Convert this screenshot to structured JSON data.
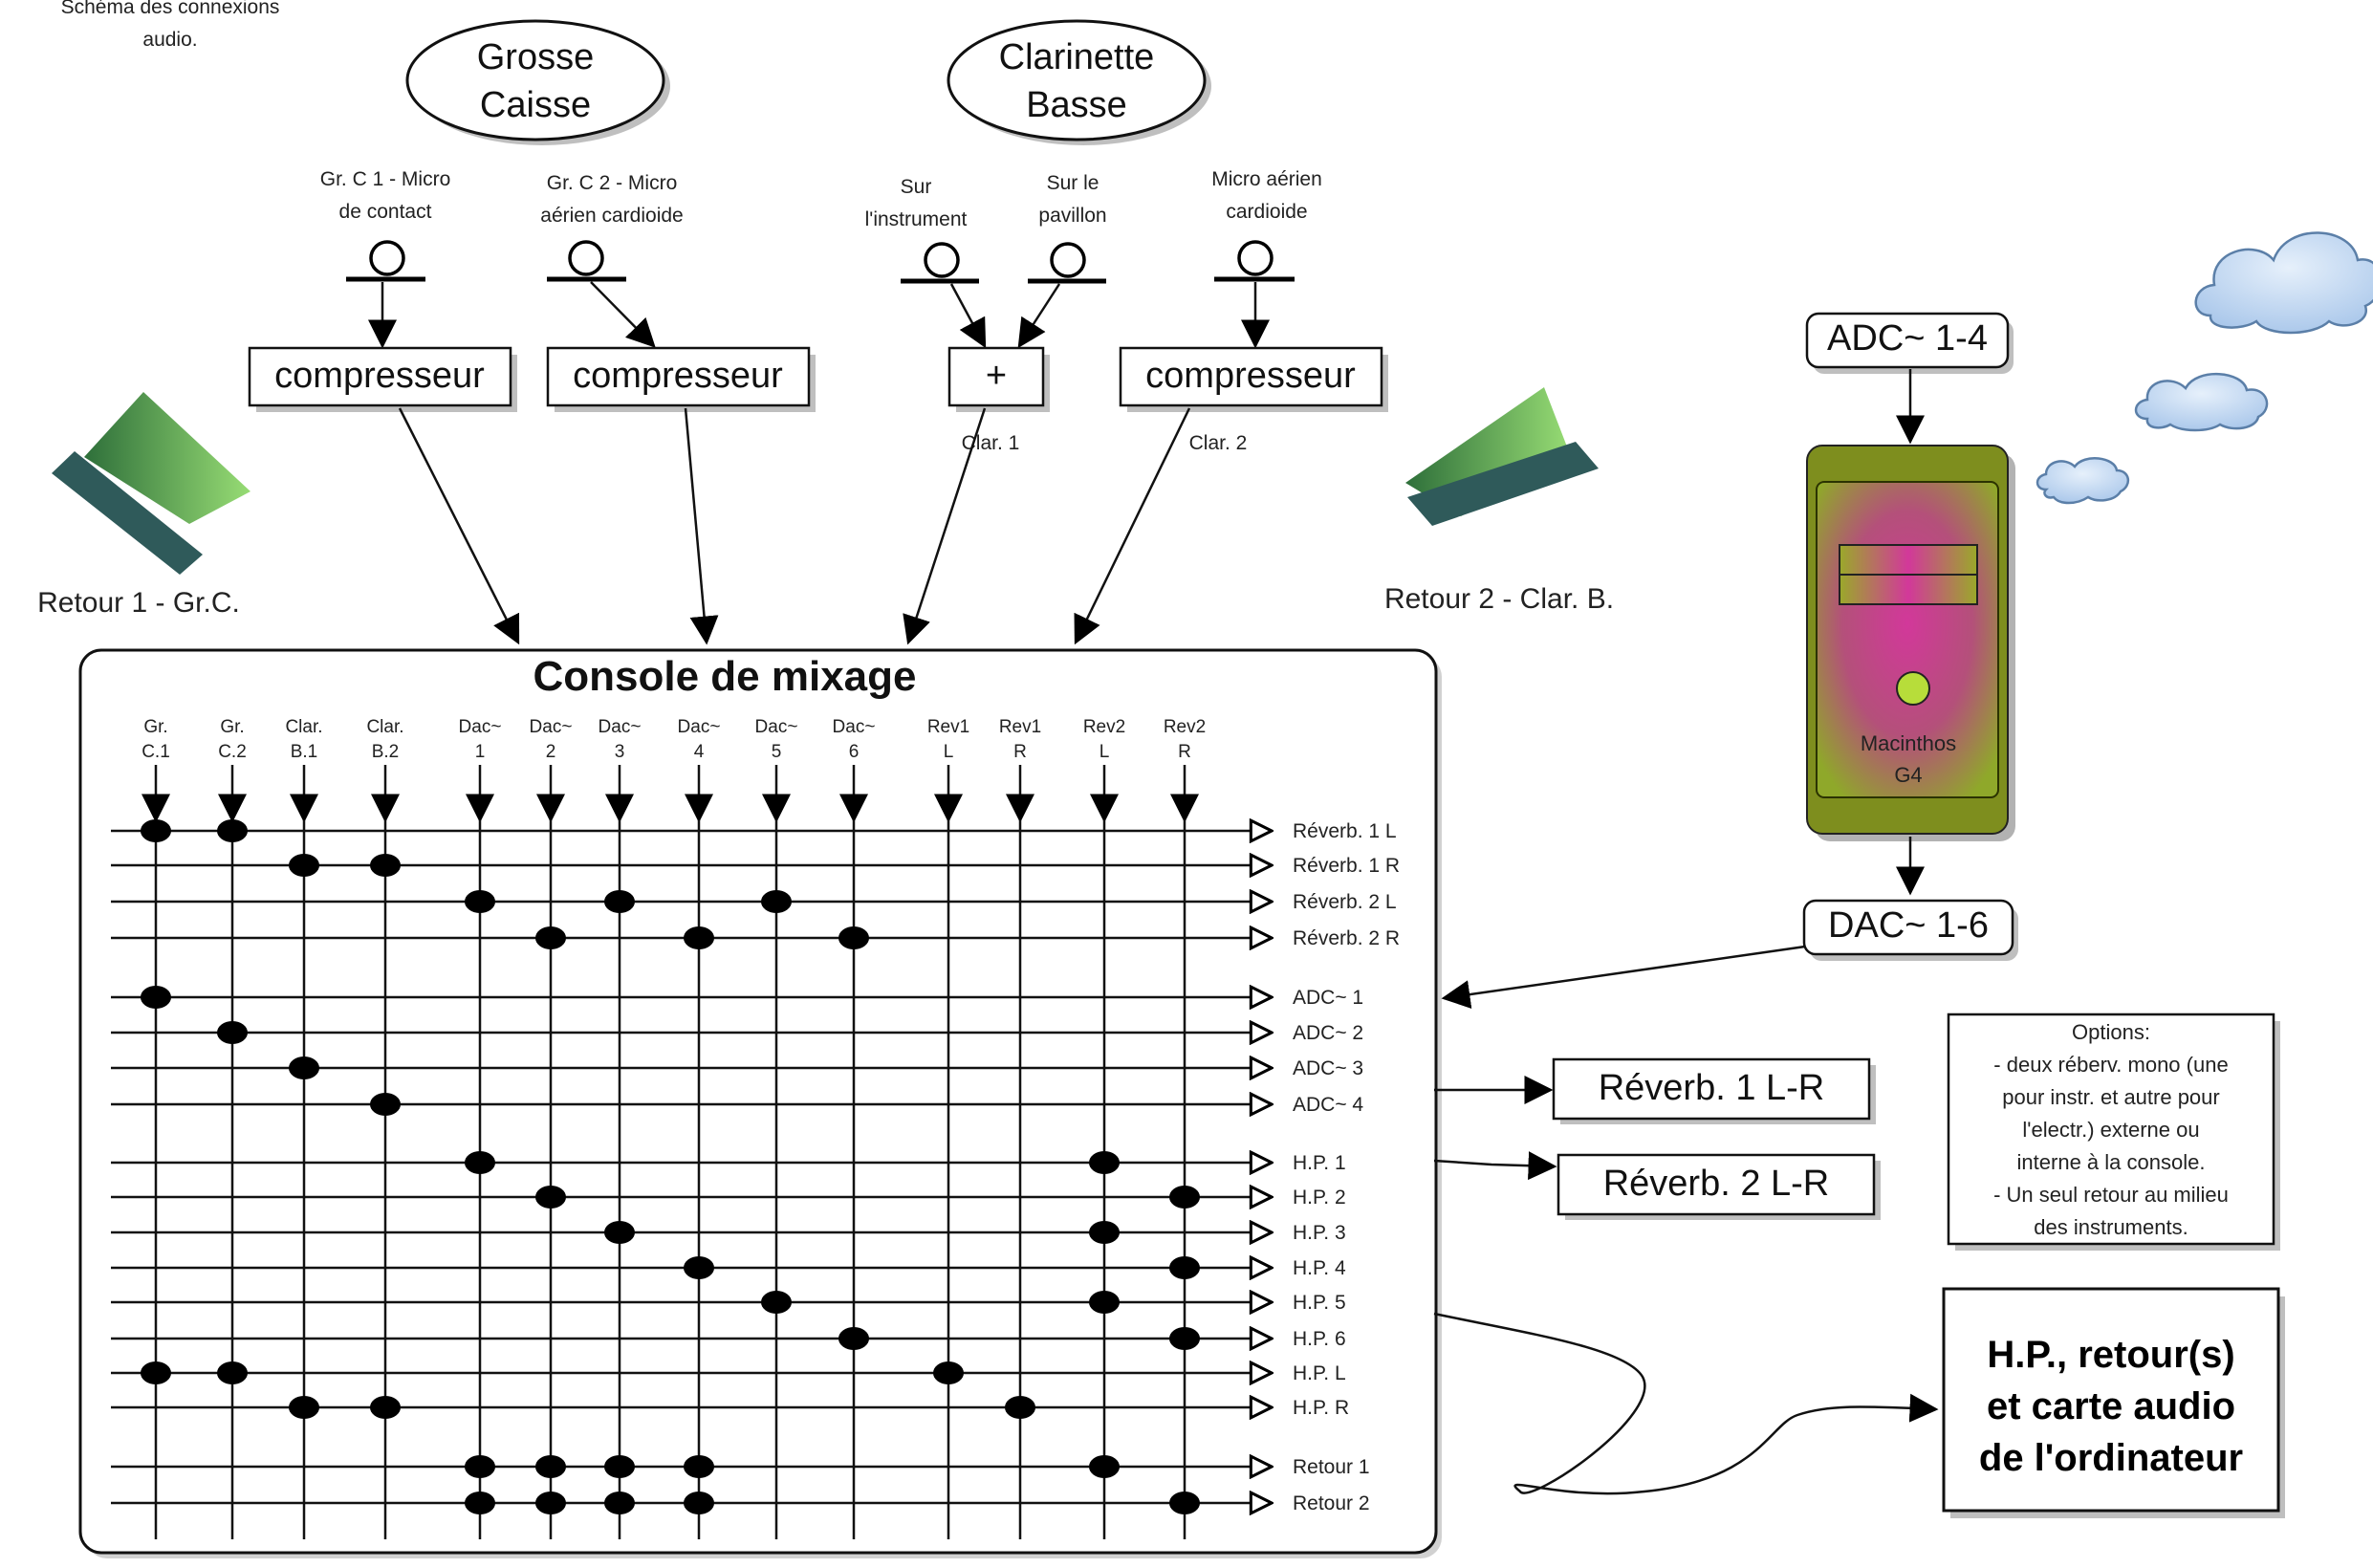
{
  "caption": [
    "Schéma des connexions",
    "audio."
  ],
  "instruments": [
    {
      "lines": [
        "Grosse",
        "Caisse"
      ]
    },
    {
      "lines": [
        "Clarinette",
        "Basse"
      ]
    }
  ],
  "mics": [
    {
      "lines": [
        "Gr. C 1 - Micro",
        "de contact"
      ]
    },
    {
      "lines": [
        "Gr. C 2 - Micro",
        "aérien cardioide"
      ]
    },
    {
      "lines": [
        "Sur",
        "l'instrument"
      ]
    },
    {
      "lines": [
        "Sur le",
        "pavillon"
      ]
    },
    {
      "lines": [
        "Micro aérien",
        "cardioide"
      ]
    }
  ],
  "processors": [
    {
      "label": "compresseur"
    },
    {
      "label": "compresseur"
    },
    {
      "label": "+"
    },
    {
      "label": "compresseur"
    }
  ],
  "clar_labels": [
    "Clar. 1",
    "Clar. 2"
  ],
  "monitors": [
    {
      "label": "Retour 1 - Gr.C."
    },
    {
      "label": "Retour 2 - Clar. B."
    }
  ],
  "console": {
    "title": "Console de mixage",
    "columns": [
      {
        "l1": "Gr.",
        "l2": "C.1"
      },
      {
        "l1": "Gr.",
        "l2": "C.2"
      },
      {
        "l1": "Clar.",
        "l2": "B.1"
      },
      {
        "l1": "Clar.",
        "l2": "B.2"
      },
      {
        "l1": "Dac~",
        "l2": "1"
      },
      {
        "l1": "Dac~",
        "l2": "2"
      },
      {
        "l1": "Dac~",
        "l2": "3"
      },
      {
        "l1": "Dac~",
        "l2": "4"
      },
      {
        "l1": "Dac~",
        "l2": "5"
      },
      {
        "l1": "Dac~",
        "l2": "6"
      },
      {
        "l1": "Rev1",
        "l2": "L"
      },
      {
        "l1": "Rev1",
        "l2": "R"
      },
      {
        "l1": "Rev2",
        "l2": "L"
      },
      {
        "l1": "Rev2",
        "l2": "R"
      }
    ],
    "outputs": [
      {
        "label": "Réverb. 1 L",
        "connections": [
          0,
          1
        ]
      },
      {
        "label": "Réverb. 1 R",
        "connections": [
          2,
          3
        ]
      },
      {
        "label": "Réverb. 2 L",
        "connections": [
          4,
          6,
          8
        ]
      },
      {
        "label": "Réverb. 2 R",
        "connections": [
          5,
          7,
          9
        ]
      },
      {
        "label": "ADC~ 1",
        "connections": [
          0
        ]
      },
      {
        "label": "ADC~ 2",
        "connections": [
          1
        ]
      },
      {
        "label": "ADC~ 3",
        "connections": [
          2
        ]
      },
      {
        "label": "ADC~ 4",
        "connections": [
          3
        ]
      },
      {
        "label": "H.P. 1",
        "connections": [
          4,
          12
        ]
      },
      {
        "label": "H.P. 2",
        "connections": [
          5,
          13
        ]
      },
      {
        "label": "H.P. 3",
        "connections": [
          6,
          12
        ]
      },
      {
        "label": "H.P. 4",
        "connections": [
          7,
          13
        ]
      },
      {
        "label": "H.P. 5",
        "connections": [
          8,
          12
        ]
      },
      {
        "label": "H.P. 6",
        "connections": [
          9,
          13
        ]
      },
      {
        "label": "H.P. L",
        "connections": [
          0,
          1,
          10
        ]
      },
      {
        "label": "H.P. R",
        "connections": [
          2,
          3,
          11
        ]
      },
      {
        "label": "Retour 1",
        "connections": [
          4,
          5,
          6,
          7,
          12
        ]
      },
      {
        "label": "Retour 2",
        "connections": [
          4,
          5,
          6,
          7,
          13
        ]
      }
    ]
  },
  "computer": {
    "adc": "ADC~ 1-4",
    "dac": "DAC~ 1-6",
    "lines": [
      "Macinthos",
      "G4"
    ]
  },
  "reverbs": [
    "Réverb. 1 L-R",
    "Réverb. 2 L-R"
  ],
  "options": [
    "Options:",
    "- deux réberv. mono (une",
    "pour instr. et autre pour",
    "l'electr.) externe ou",
    "interne à la console.",
    "- Un seul retour au milieu",
    "des instruments."
  ],
  "hp_box": [
    "H.P., retour(s)",
    "et carte audio",
    "de l'ordinateur"
  ],
  "colors": {
    "monitor_light": "#8fd36a",
    "monitor_dark": "#2f5a5a",
    "computer_outer": "#8aa028",
    "computer_inner": "#c8418e",
    "cloud": "#b9d2ee"
  }
}
